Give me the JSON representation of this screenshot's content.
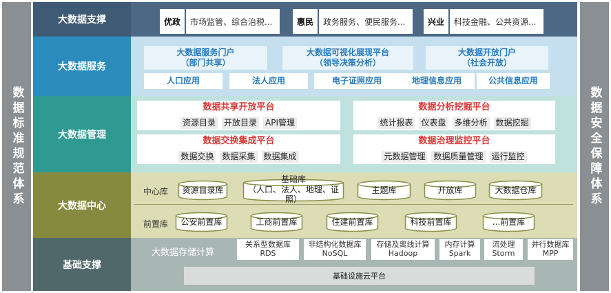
{
  "side_left": "数据标准规范体系",
  "side_right": "数据安全保障体系",
  "layers": {
    "support_top": "大数据支撑",
    "service": "大数据服务",
    "management": "大数据管理",
    "center": "大数据中心",
    "foundation": "基础支撑"
  },
  "support_groups": [
    {
      "key": "优政",
      "value": "市场监管、综合治税..."
    },
    {
      "key": "惠民",
      "value": "政务服务、便民服务..."
    },
    {
      "key": "兴业",
      "value": "科技金融、公共资源..."
    }
  ],
  "service": {
    "portals": [
      {
        "title": "大数据服务门户",
        "sub": "（部门共享）"
      },
      {
        "title": "大数据可视化展现平台",
        "sub": "（领导决策分析）"
      },
      {
        "title": "大数据开放门户",
        "sub": "（社会开放）"
      }
    ],
    "apps": [
      "人口应用",
      "法人应用",
      "电子证照应用",
      "地理信息应用",
      "公共信息应用"
    ]
  },
  "management": {
    "platforms": [
      {
        "title": "数据共享开放平台",
        "items": [
          "资源目录",
          "开放目录",
          "API管理"
        ]
      },
      {
        "title": "数据分析挖掘平台",
        "items": [
          "统计报表",
          "仪表盘",
          "多维分析",
          "数据挖掘"
        ]
      },
      {
        "title": "数据交换集成平台",
        "items": [
          "数据交换",
          "数据采集",
          "数据集成"
        ]
      },
      {
        "title": "数据治理监控平台",
        "items": [
          "元数据管理",
          "数据质量管理",
          "运行监控"
        ]
      }
    ]
  },
  "center": {
    "row1_label": "中心库",
    "row2_label": "前置库",
    "resource_db": "资源目录库",
    "base_db_title": "基础库",
    "base_db_sub": "（人口、法人、地理、证照）",
    "topic_db": "主题库",
    "open_db": "开放库",
    "warehouse": "大数据仓库",
    "front_dbs": [
      "公安前置库",
      "工商前置库",
      "住建前置库",
      "科技前置库",
      "...前置库"
    ]
  },
  "foundation": {
    "storage": "大数据存储计算",
    "tech": [
      {
        "line1": "关系型数据库",
        "line2": "RDS"
      },
      {
        "line1": "非结构化数据库",
        "line2": "NoSQL"
      },
      {
        "line1": "存储及离线计算",
        "line2": "Hadoop"
      },
      {
        "line1": "内存计算",
        "line2": "Spark"
      },
      {
        "line1": "流处理",
        "line2": "Storm"
      },
      {
        "line1": "并行数据库",
        "line2": "MPP"
      }
    ],
    "cloud": "基础设施云平台"
  },
  "colors": {
    "support": "#3f5a75",
    "service": "#2b8bbd",
    "management": "#2f9a91",
    "center": "#868a3f",
    "foundation": "#51686a",
    "platform_title": "#d83a3a",
    "service_text": "#2a7bbd"
  }
}
